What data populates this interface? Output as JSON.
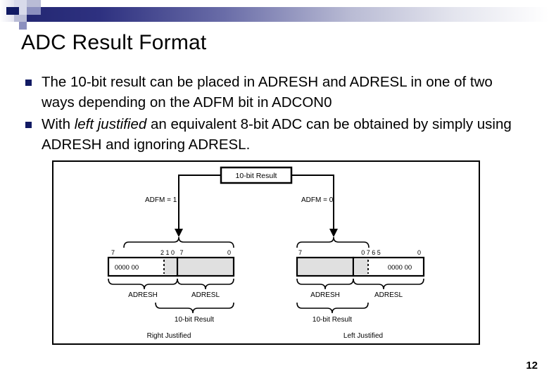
{
  "slide": {
    "title": "ADC Result Format",
    "page_number": "12",
    "bullets": [
      {
        "parts": [
          {
            "text": "The 10-bit result can be placed in ADRESH and ADRESL in one of two ways depending on the ADFM bit in ADCON0",
            "italic": false
          }
        ]
      },
      {
        "parts": [
          {
            "text": "With ",
            "italic": false
          },
          {
            "text": "left justified",
            "italic": true
          },
          {
            "text": " an equivalent 8-bit ADC  can be obtained by simply using ADRESH and ignoring ADRESL.",
            "italic": false
          }
        ]
      }
    ]
  },
  "diagram": {
    "top_box_label": "10-bit Result",
    "branches": [
      {
        "condition_label": "ADFM = 1",
        "bit_labels": [
          "7",
          "2 1 0",
          "7",
          "0"
        ],
        "cells": [
          {
            "fill": "white",
            "text": "0000 00"
          },
          {
            "fill": "gray",
            "text": ""
          },
          {
            "fill": "gray",
            "text": ""
          }
        ],
        "register_labels": [
          "ADRESH",
          "ADRESL"
        ],
        "result_brace_label": "10-bit Result",
        "caption": "Right Justified"
      },
      {
        "condition_label": "ADFM = 0",
        "bit_labels": [
          "7",
          "0 7 6 5",
          "0"
        ],
        "cells": [
          {
            "fill": "gray",
            "text": ""
          },
          {
            "fill": "gray",
            "text": ""
          },
          {
            "fill": "white",
            "text": "0000 00"
          }
        ],
        "register_labels": [
          "ADRESH",
          "ADRESL"
        ],
        "result_brace_label": "10-bit Result",
        "caption": "Left Justified"
      }
    ]
  },
  "colors": {
    "accent_dark": "#111a63",
    "accent_mid": "#8c90bf",
    "cell_gray": "#e0e0e0",
    "line": "#000000"
  }
}
